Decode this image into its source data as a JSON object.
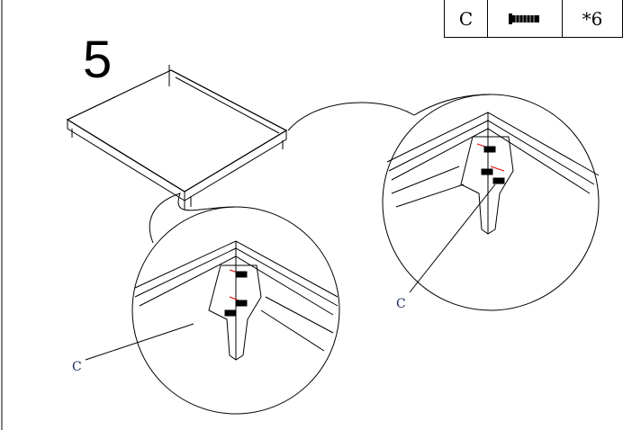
{
  "step_number": "5",
  "parts_table": {
    "part_letter": "C",
    "part_icon": "screw-icon",
    "quantity": "*6"
  },
  "callouts": {
    "left_label": "C",
    "right_label": "C"
  },
  "colors": {
    "line": "#000000",
    "screw_guide": "#e00000",
    "label": "#1a2a60"
  }
}
